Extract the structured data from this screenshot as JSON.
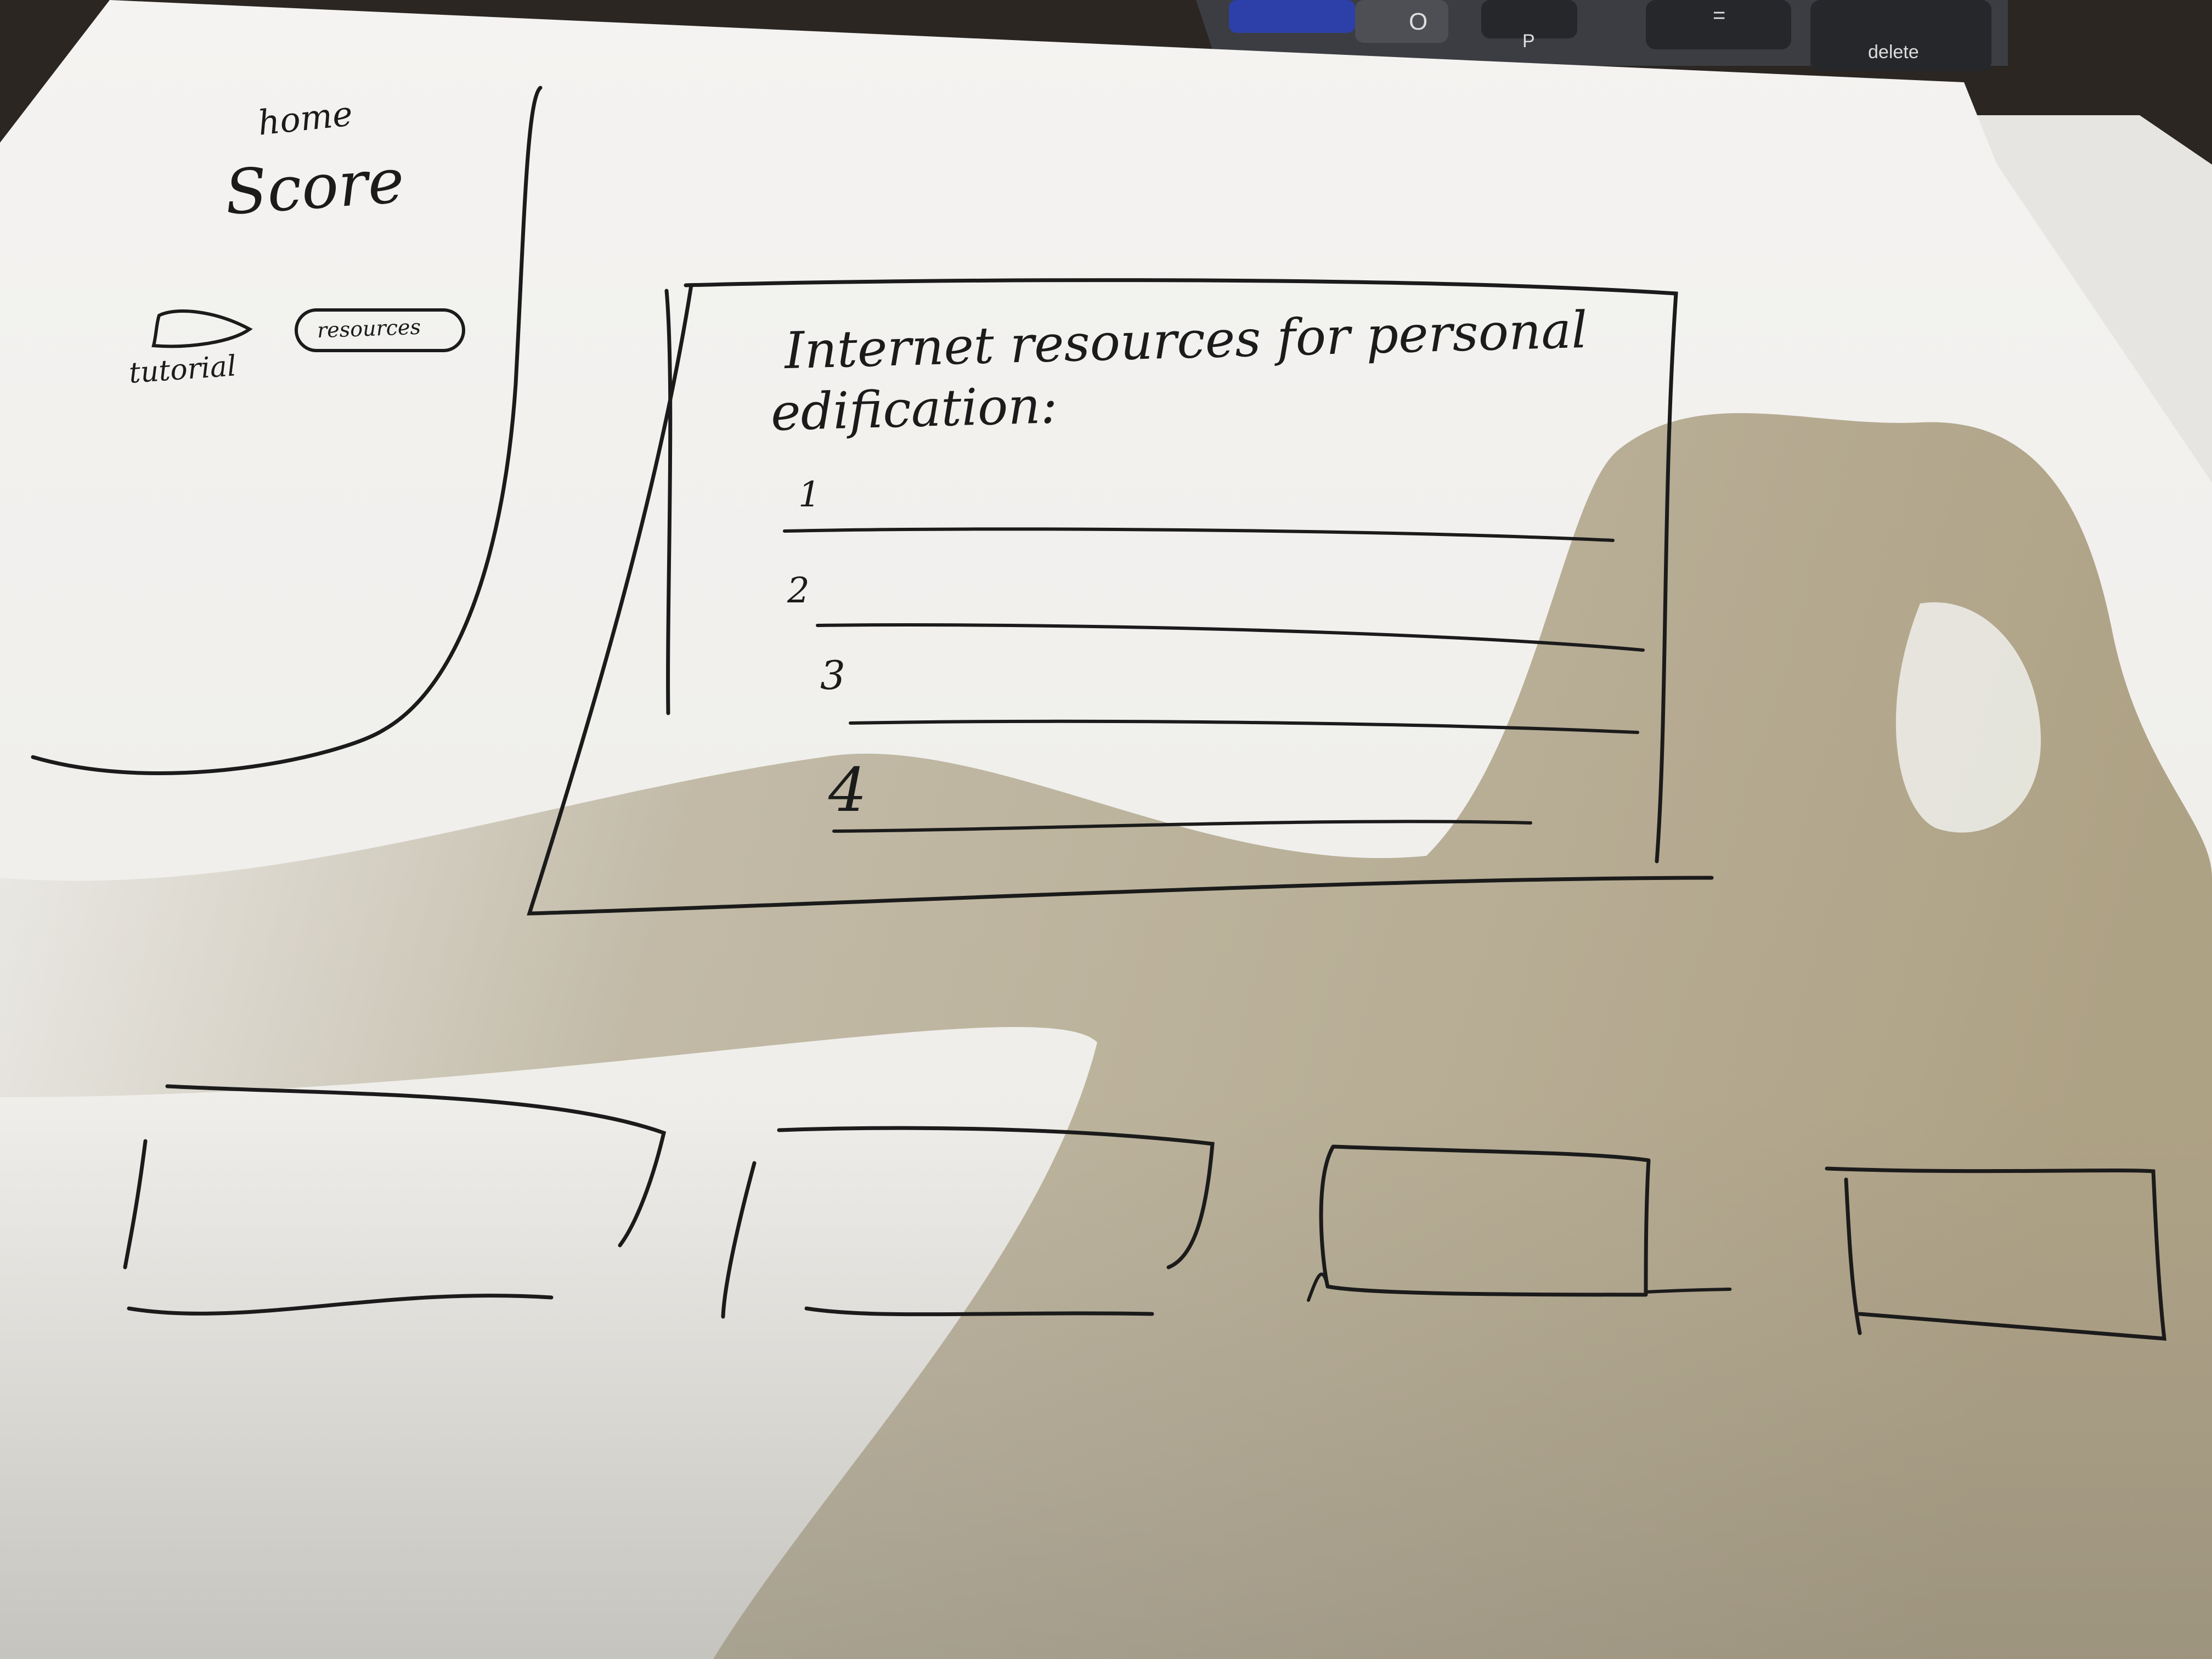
{
  "keyboard": {
    "keys": [
      {
        "label": "O"
      },
      {
        "label": "P"
      },
      {
        "label": "="
      },
      {
        "label": "delete"
      }
    ]
  },
  "sidebar": {
    "heading_small": "home",
    "heading": "Score",
    "tutorial_label": "tutorial",
    "resources_button_label": "resources"
  },
  "main_panel": {
    "title_line1": "Internet resources for personal",
    "title_line2": "edification:",
    "list": [
      {
        "number": "1"
      },
      {
        "number": "2"
      },
      {
        "number": "3"
      },
      {
        "number": "4"
      }
    ]
  },
  "bottom_cards": {
    "count": 4
  },
  "colors": {
    "paper": "#f3f1ee",
    "paper_shadow": "#b7ad97",
    "ink": "#1b1b1b",
    "background": "#2b2622",
    "keyboard": "#3b3d42"
  }
}
